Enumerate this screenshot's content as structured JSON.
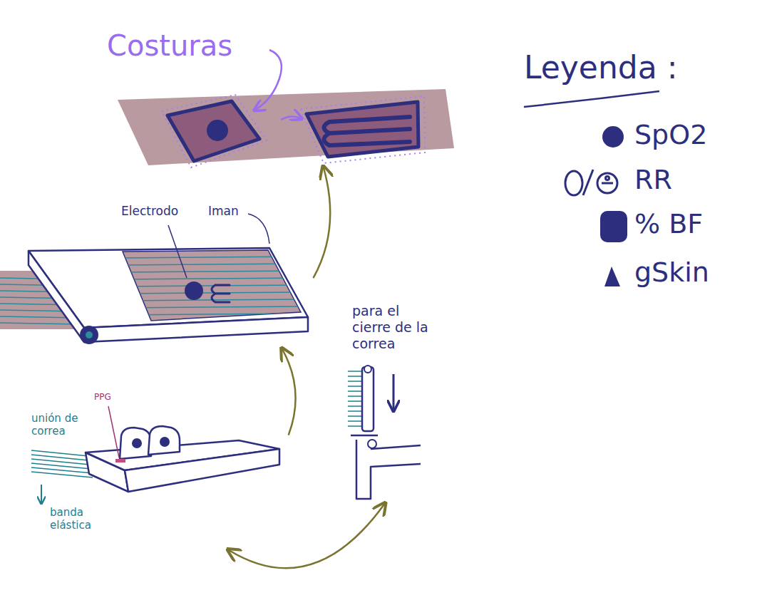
{
  "diagram": {
    "nodes": [
      {
        "text": [
          "Costuras"
        ]
      },
      {
        "text": [
          "Electrodo",
          "Iman"
        ]
      },
      {
        "text": [
          "PPG",
          "unión de correa",
          "banda elástica"
        ]
      },
      {
        "text": [
          "para el cierre de la correa"
        ]
      }
    ],
    "edges": [
      {
        "from": 2,
        "to": 1,
        "arrow": "to"
      },
      {
        "from": 1,
        "to": 0,
        "arrow": "to"
      },
      {
        "from": 3,
        "to": 2,
        "arrow": "both"
      }
    ],
    "labels": [
      "Leyenda :"
    ],
    "legend": [
      {
        "text": "SpO2",
        "color": "#2d2f7e"
      },
      {
        "text": "RR"
      },
      {
        "text": "% BF",
        "color": "#2d2f7e"
      },
      {
        "text": "gSkin",
        "color": "#2d2f7e"
      }
    ]
  }
}
